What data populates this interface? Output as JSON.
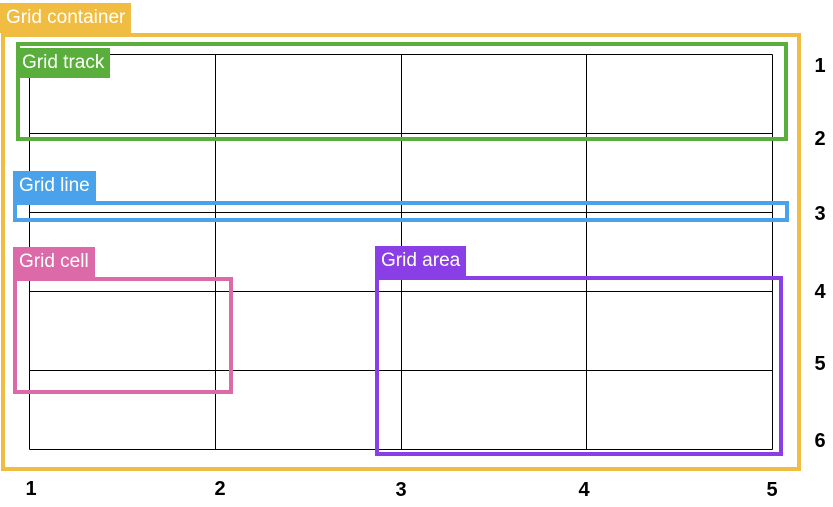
{
  "labels": {
    "grid_container": "Grid container",
    "grid_track": "Grid track",
    "grid_line": "Grid line",
    "grid_cell": "Grid cell",
    "grid_area": "Grid area"
  },
  "column_numbers": [
    "1",
    "2",
    "3",
    "4",
    "5"
  ],
  "row_numbers": [
    "1",
    "2",
    "3",
    "4",
    "5",
    "6"
  ],
  "colors": {
    "container": "#F0BD42",
    "track": "#5AAE3C",
    "line": "#4AA3EA",
    "cell": "#DC6AA8",
    "area": "#8A3FE6",
    "grid": "#000000"
  },
  "grid": {
    "columns": 4,
    "rows": 5
  }
}
